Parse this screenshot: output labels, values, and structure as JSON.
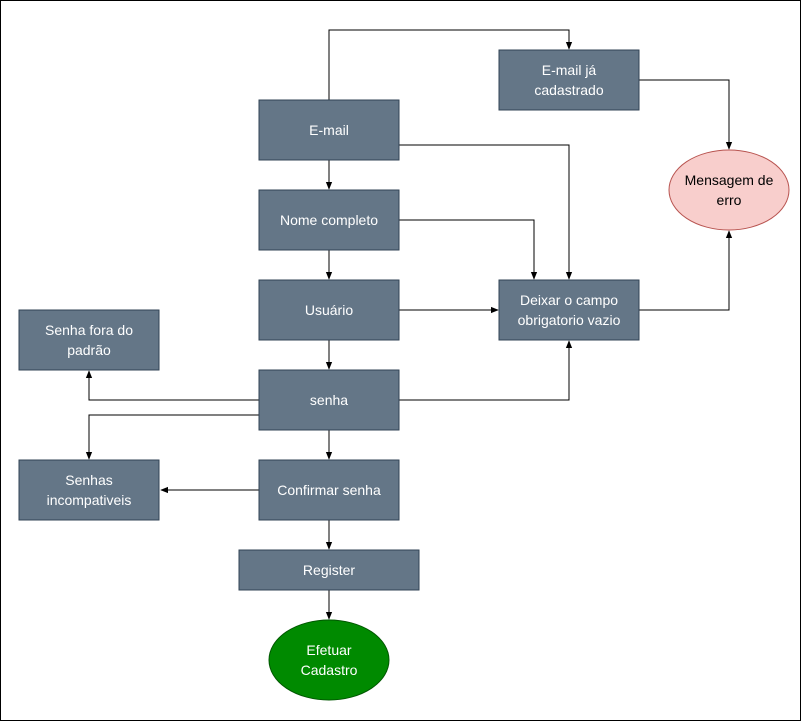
{
  "diagram": {
    "colors": {
      "box_fill": "#647687",
      "box_stroke": "#314354",
      "box_text": "#ffffff",
      "error_fill": "#f8cecc",
      "error_stroke": "#b85450",
      "error_text": "#000000",
      "success_fill": "#008a00",
      "success_stroke": "#005700",
      "success_text": "#ffffff",
      "edge": "#000000"
    },
    "nodes": {
      "email": {
        "lines": [
          "E-mail"
        ]
      },
      "nome": {
        "lines": [
          "Nome completo"
        ]
      },
      "usuario": {
        "lines": [
          "Usuário"
        ]
      },
      "senha": {
        "lines": [
          "senha"
        ]
      },
      "confirmar": {
        "lines": [
          "Confirmar senha"
        ]
      },
      "register": {
        "lines": [
          "Register"
        ]
      },
      "efetuar": {
        "lines": [
          "Efetuar",
          "Cadastro"
        ]
      },
      "email_cadastrado": {
        "lines": [
          "E-mail já",
          "cadastrado"
        ]
      },
      "mensagem": {
        "lines": [
          "Mensagem de",
          "erro"
        ]
      },
      "deixar": {
        "lines": [
          "Deixar o campo",
          "obrigatorio vazio"
        ]
      },
      "senha_fora": {
        "lines": [
          "Senha fora do",
          "padrão"
        ]
      },
      "senhas_incomp": {
        "lines": [
          "Senhas",
          "incompativeis"
        ]
      }
    }
  }
}
